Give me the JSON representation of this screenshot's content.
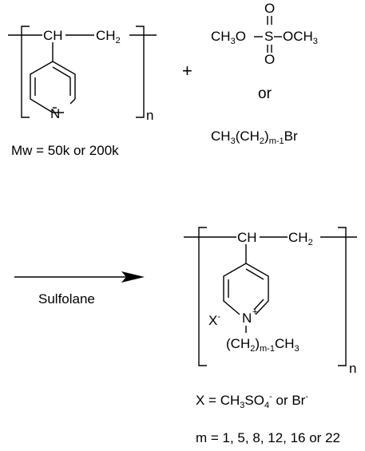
{
  "reactant_polymer": {
    "ch": "CH",
    "ch2_main": "CH",
    "ch2_sub": "2",
    "ring_n": "N",
    "repeat": "n",
    "mw": "Mw = 50k or 200k"
  },
  "plus": "+",
  "dimethyl_sulfate": {
    "o_top": "O",
    "o_bottom": "O",
    "left": "CH",
    "left_sub": "3",
    "left_o": "O",
    "s": "S",
    "right": "OCH",
    "right_sub": "3"
  },
  "or_word": "or",
  "alkyl_bromide": {
    "p1": "CH",
    "p1_sub": "3",
    "p2": "(CH",
    "p2_sub": "2",
    "p3": ")",
    "p3_sub": "m-1",
    "p4": "Br"
  },
  "reaction_arrow": {
    "solvent": "Sulfolane"
  },
  "product_polymer": {
    "ch": "CH",
    "ch2_main": "CH",
    "ch2_sub": "2",
    "ring_n": "N",
    "n_charge": "+",
    "counter_ion": "X",
    "counter_charge": "-",
    "chain_p1": "(CH",
    "chain_p1_sub": "2",
    "chain_p2": ")",
    "chain_p2_sub": "m-1",
    "chain_p3": "CH",
    "chain_p3_sub": "3",
    "repeat": "n"
  },
  "definitions": {
    "x_main": "X = CH",
    "x_sub": "3",
    "x_mid": "SO",
    "x_sub2": "4",
    "x_sup": "-",
    "x_end": " or Br",
    "x_sup2": "-",
    "m_values": "m = 1, 5, 8, 12, 16 or 22"
  }
}
